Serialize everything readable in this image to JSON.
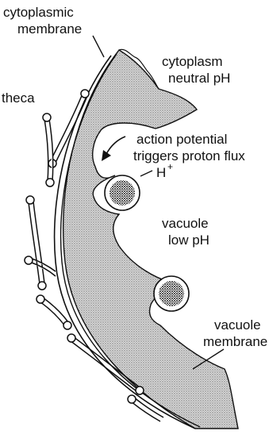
{
  "labels": {
    "cytoplasmic_membrane_1": "cytoplasmic",
    "cytoplasmic_membrane_2": "membrane",
    "cytoplasm_1": "cytoplasm",
    "cytoplasm_2": "neutral pH",
    "theca": "theca",
    "action_1": "action  potential",
    "action_2": "triggers proton flux",
    "proton": "H",
    "proton_charge": "+",
    "vacuole_1": "vacuole",
    "vacuole_2": "low pH",
    "vacuole_membrane_1": "vacuole",
    "vacuole_membrane_2": "membrane"
  },
  "colors": {
    "ink": "#111111",
    "stipple": "#b8b8b8",
    "background": "#ffffff"
  }
}
